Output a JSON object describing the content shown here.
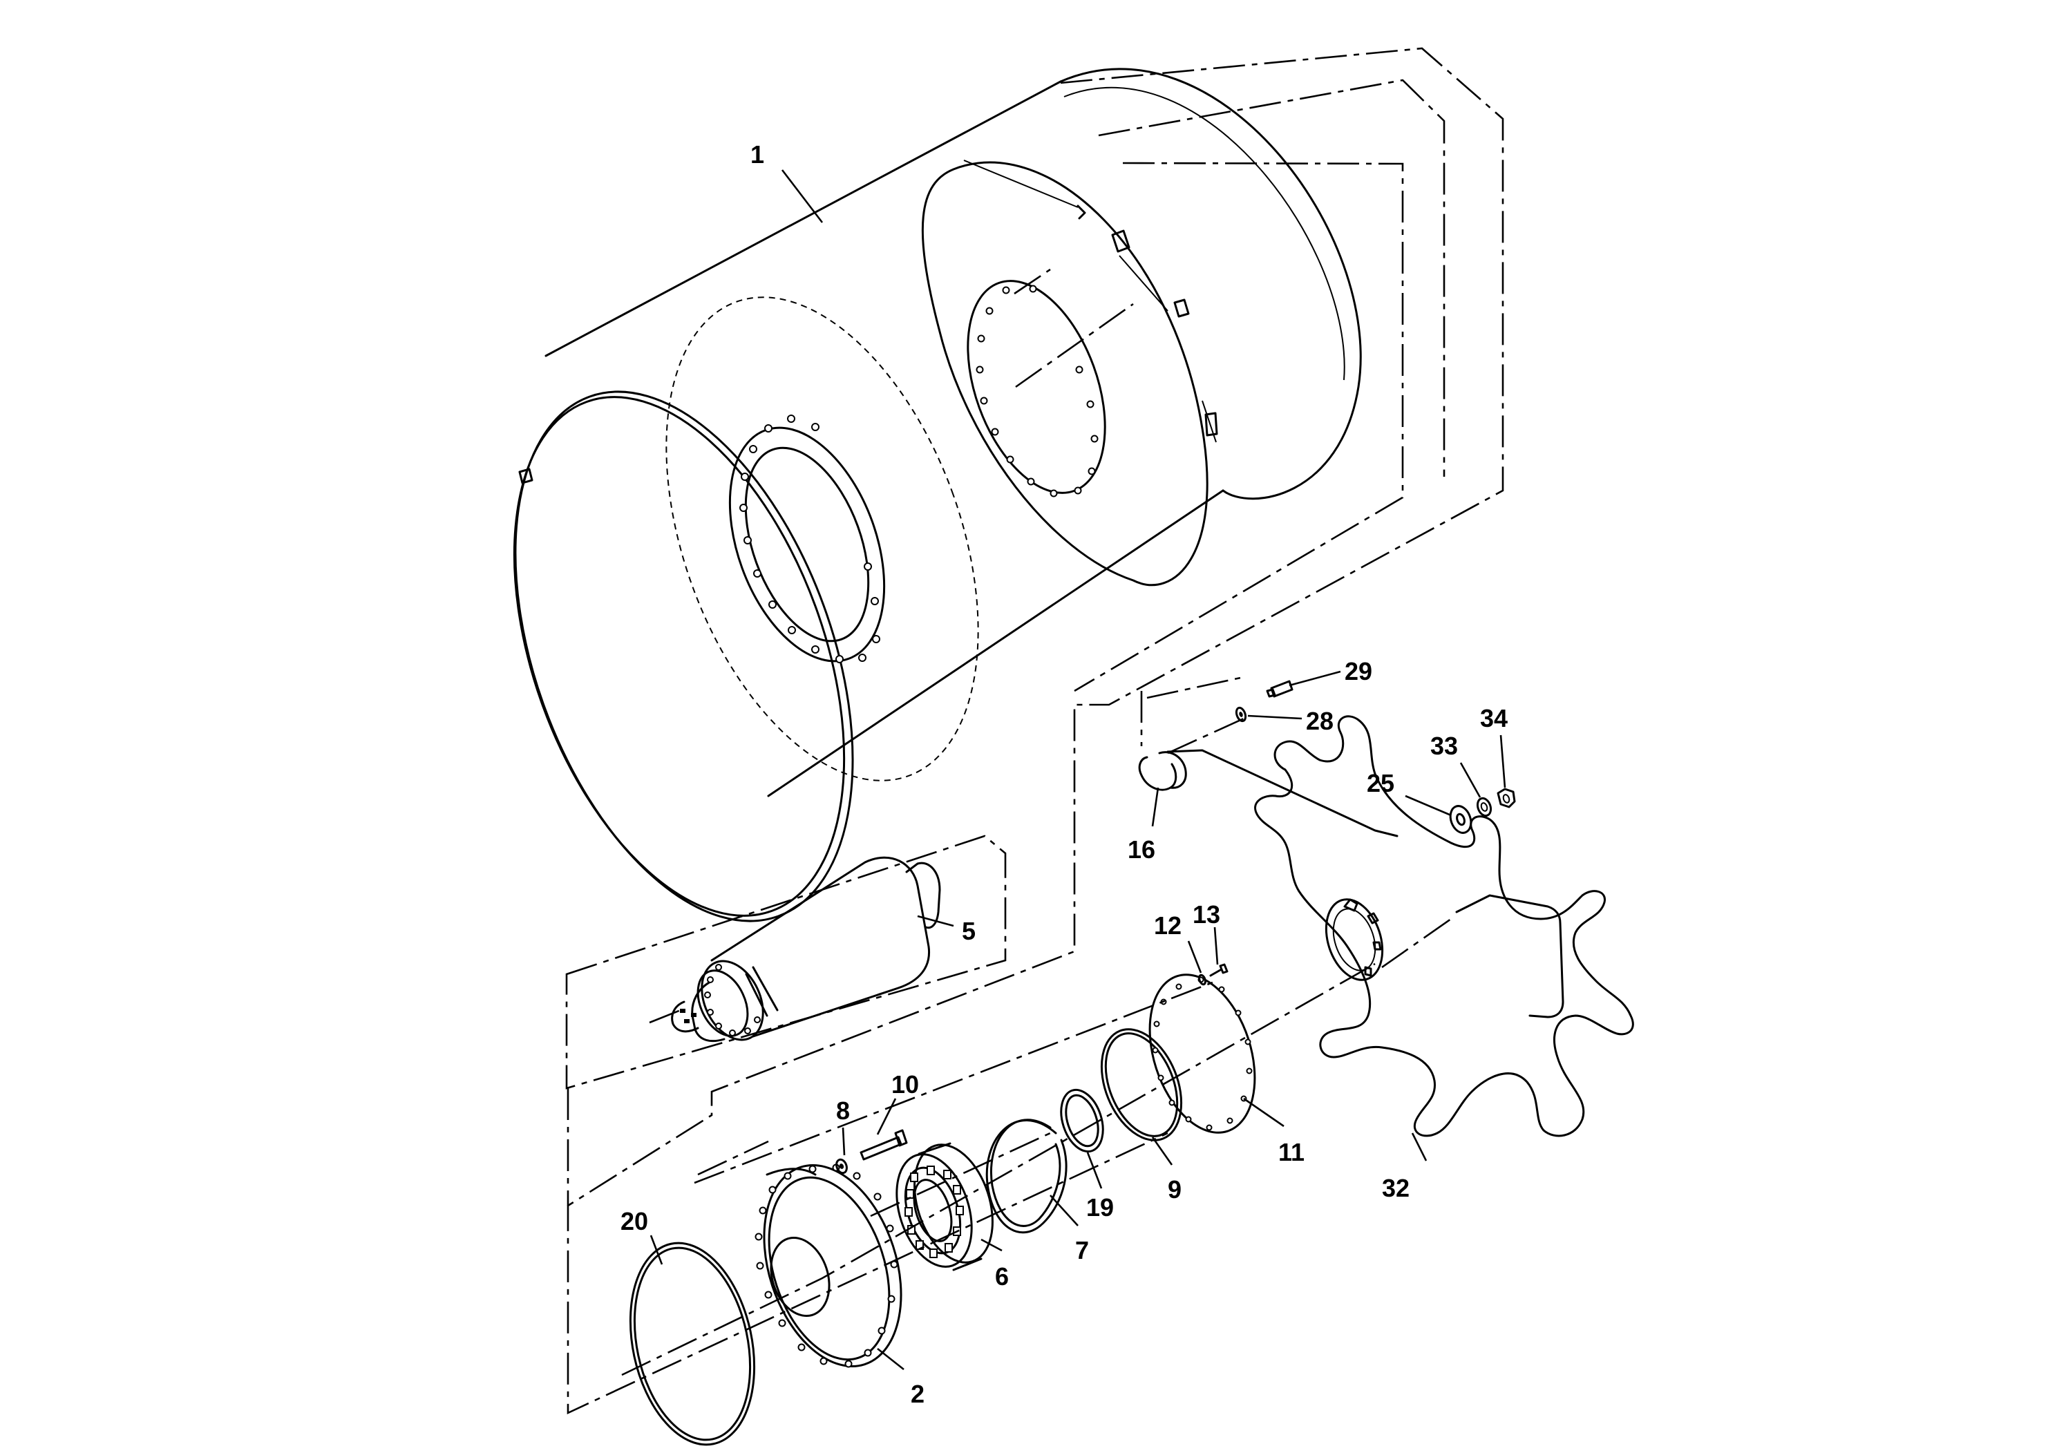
{
  "callouts": [
    {
      "id": "p1",
      "label": "1"
    },
    {
      "id": "p2",
      "label": "2"
    },
    {
      "id": "p5",
      "label": "5"
    },
    {
      "id": "p6",
      "label": "6"
    },
    {
      "id": "p7",
      "label": "7"
    },
    {
      "id": "p8",
      "label": "8"
    },
    {
      "id": "p9",
      "label": "9"
    },
    {
      "id": "p10",
      "label": "10"
    },
    {
      "id": "p11",
      "label": "11"
    },
    {
      "id": "p12",
      "label": "12"
    },
    {
      "id": "p13",
      "label": "13"
    },
    {
      "id": "p16",
      "label": "16"
    },
    {
      "id": "p19",
      "label": "19"
    },
    {
      "id": "p20",
      "label": "20"
    },
    {
      "id": "p25",
      "label": "25"
    },
    {
      "id": "p28",
      "label": "28"
    },
    {
      "id": "p29",
      "label": "29"
    },
    {
      "id": "p32",
      "label": "32"
    },
    {
      "id": "p33",
      "label": "33"
    },
    {
      "id": "p34",
      "label": "34"
    }
  ]
}
